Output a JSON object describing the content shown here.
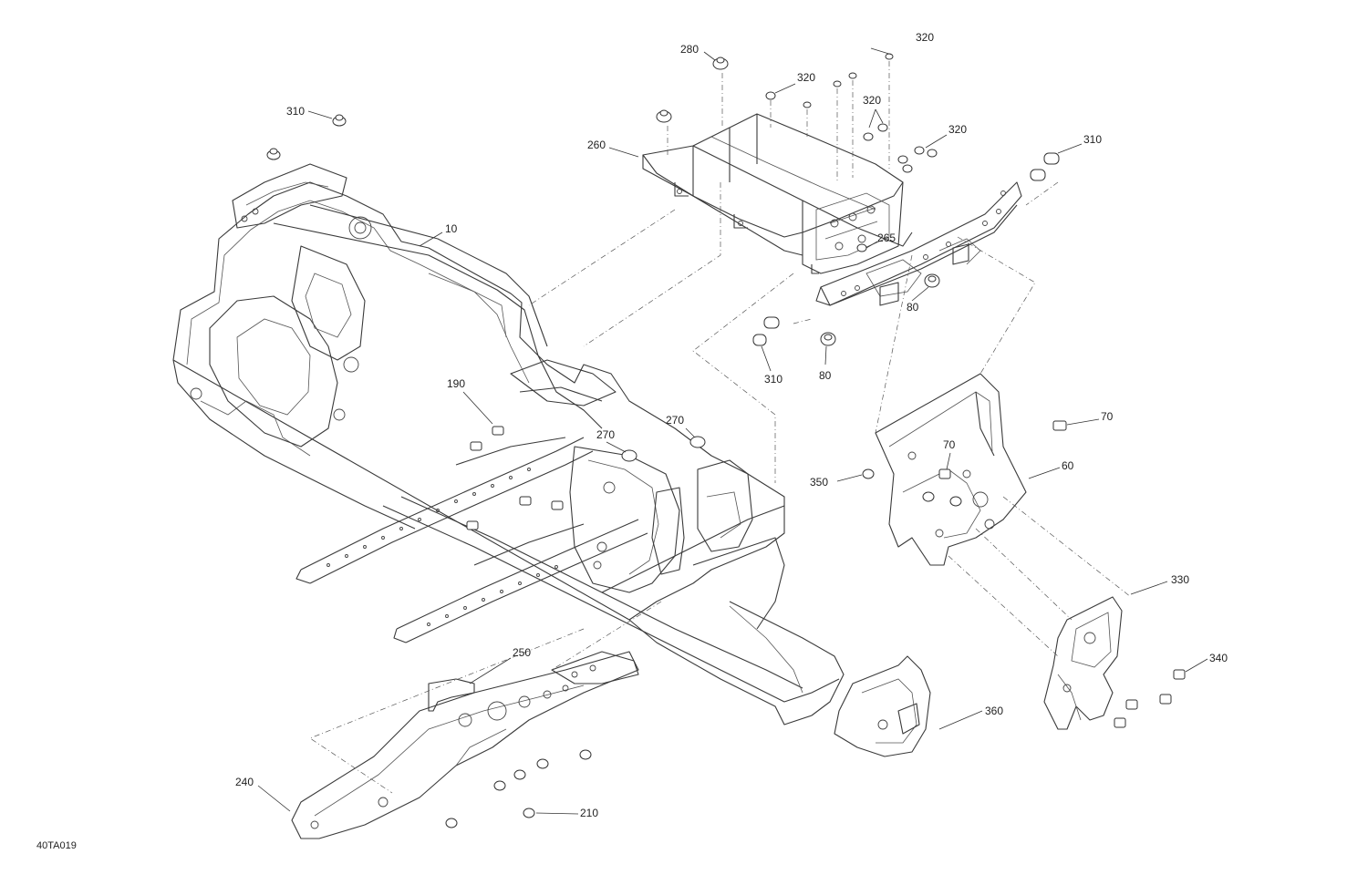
{
  "drawing_code": "40TA019",
  "callouts": [
    {
      "id": "c310a",
      "label": "310"
    },
    {
      "id": "c10",
      "label": "10"
    },
    {
      "id": "c280",
      "label": "280"
    },
    {
      "id": "c260",
      "label": "260"
    },
    {
      "id": "c320a",
      "label": "320"
    },
    {
      "id": "c320b",
      "label": "320"
    },
    {
      "id": "c320c",
      "label": "320"
    },
    {
      "id": "c320d",
      "label": "320"
    },
    {
      "id": "c310b",
      "label": "310"
    },
    {
      "id": "c265",
      "label": "265"
    },
    {
      "id": "c80a",
      "label": "80"
    },
    {
      "id": "c80b",
      "label": "80"
    },
    {
      "id": "c310c",
      "label": "310"
    },
    {
      "id": "c190",
      "label": "190"
    },
    {
      "id": "c270a",
      "label": "270"
    },
    {
      "id": "c270b",
      "label": "270"
    },
    {
      "id": "c70a",
      "label": "70"
    },
    {
      "id": "c70b",
      "label": "70"
    },
    {
      "id": "c350",
      "label": "350"
    },
    {
      "id": "c60",
      "label": "60"
    },
    {
      "id": "c330",
      "label": "330"
    },
    {
      "id": "c340",
      "label": "340"
    },
    {
      "id": "c250",
      "label": "250"
    },
    {
      "id": "c360",
      "label": "360"
    },
    {
      "id": "c240",
      "label": "240"
    },
    {
      "id": "c210",
      "label": "210"
    }
  ]
}
